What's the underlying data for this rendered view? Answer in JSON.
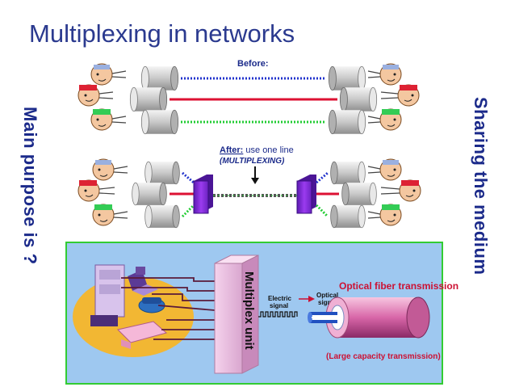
{
  "title": "Multiplexing in networks",
  "side_left": "Main purpose is ?",
  "side_right": "Sharing the medium",
  "before_label": "Before:",
  "after_label": "After:",
  "after_note": " use one line",
  "after_paren": "(MULTIPLEXING)",
  "mux_unit_label": "Multiplex unit",
  "electric_signal": [
    "Electric",
    "signal"
  ],
  "optical_signal": [
    "Optical",
    "signal"
  ],
  "fiber_title": "Optical fiber transmission",
  "fiber_caption": "(Large capacity transmission)",
  "colors": {
    "title": "#2b3a8f",
    "blue_line": "#2233cc",
    "red_line": "#dd1133",
    "green_line": "#22cc33",
    "mux_box": "#8a2be2",
    "panel_bg": "#9ec8f0",
    "panel_border": "#33cc33"
  }
}
